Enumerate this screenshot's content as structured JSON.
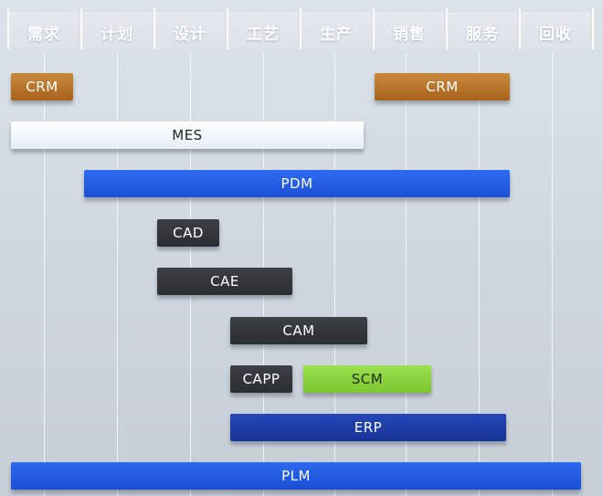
{
  "stages": [
    "需求",
    "计划",
    "设计",
    "工艺",
    "生产",
    "销售",
    "服务",
    "回收"
  ],
  "systems": {
    "crm_left": "CRM",
    "crm_right": "CRM",
    "mes": "MES",
    "pdm": "PDM",
    "cad": "CAD",
    "cae": "CAE",
    "cam": "CAM",
    "capp": "CAPP",
    "scm": "SCM",
    "erp": "ERP",
    "plm": "PLM"
  },
  "colors": {
    "crm": "#b8742c",
    "mes": "#f2f6fb",
    "pdm": "#2560e6",
    "cad_cae_cam_capp": "#33363b",
    "scm": "#8bd33d",
    "erp": "#1f3ea8",
    "plm": "#2560e6"
  }
}
